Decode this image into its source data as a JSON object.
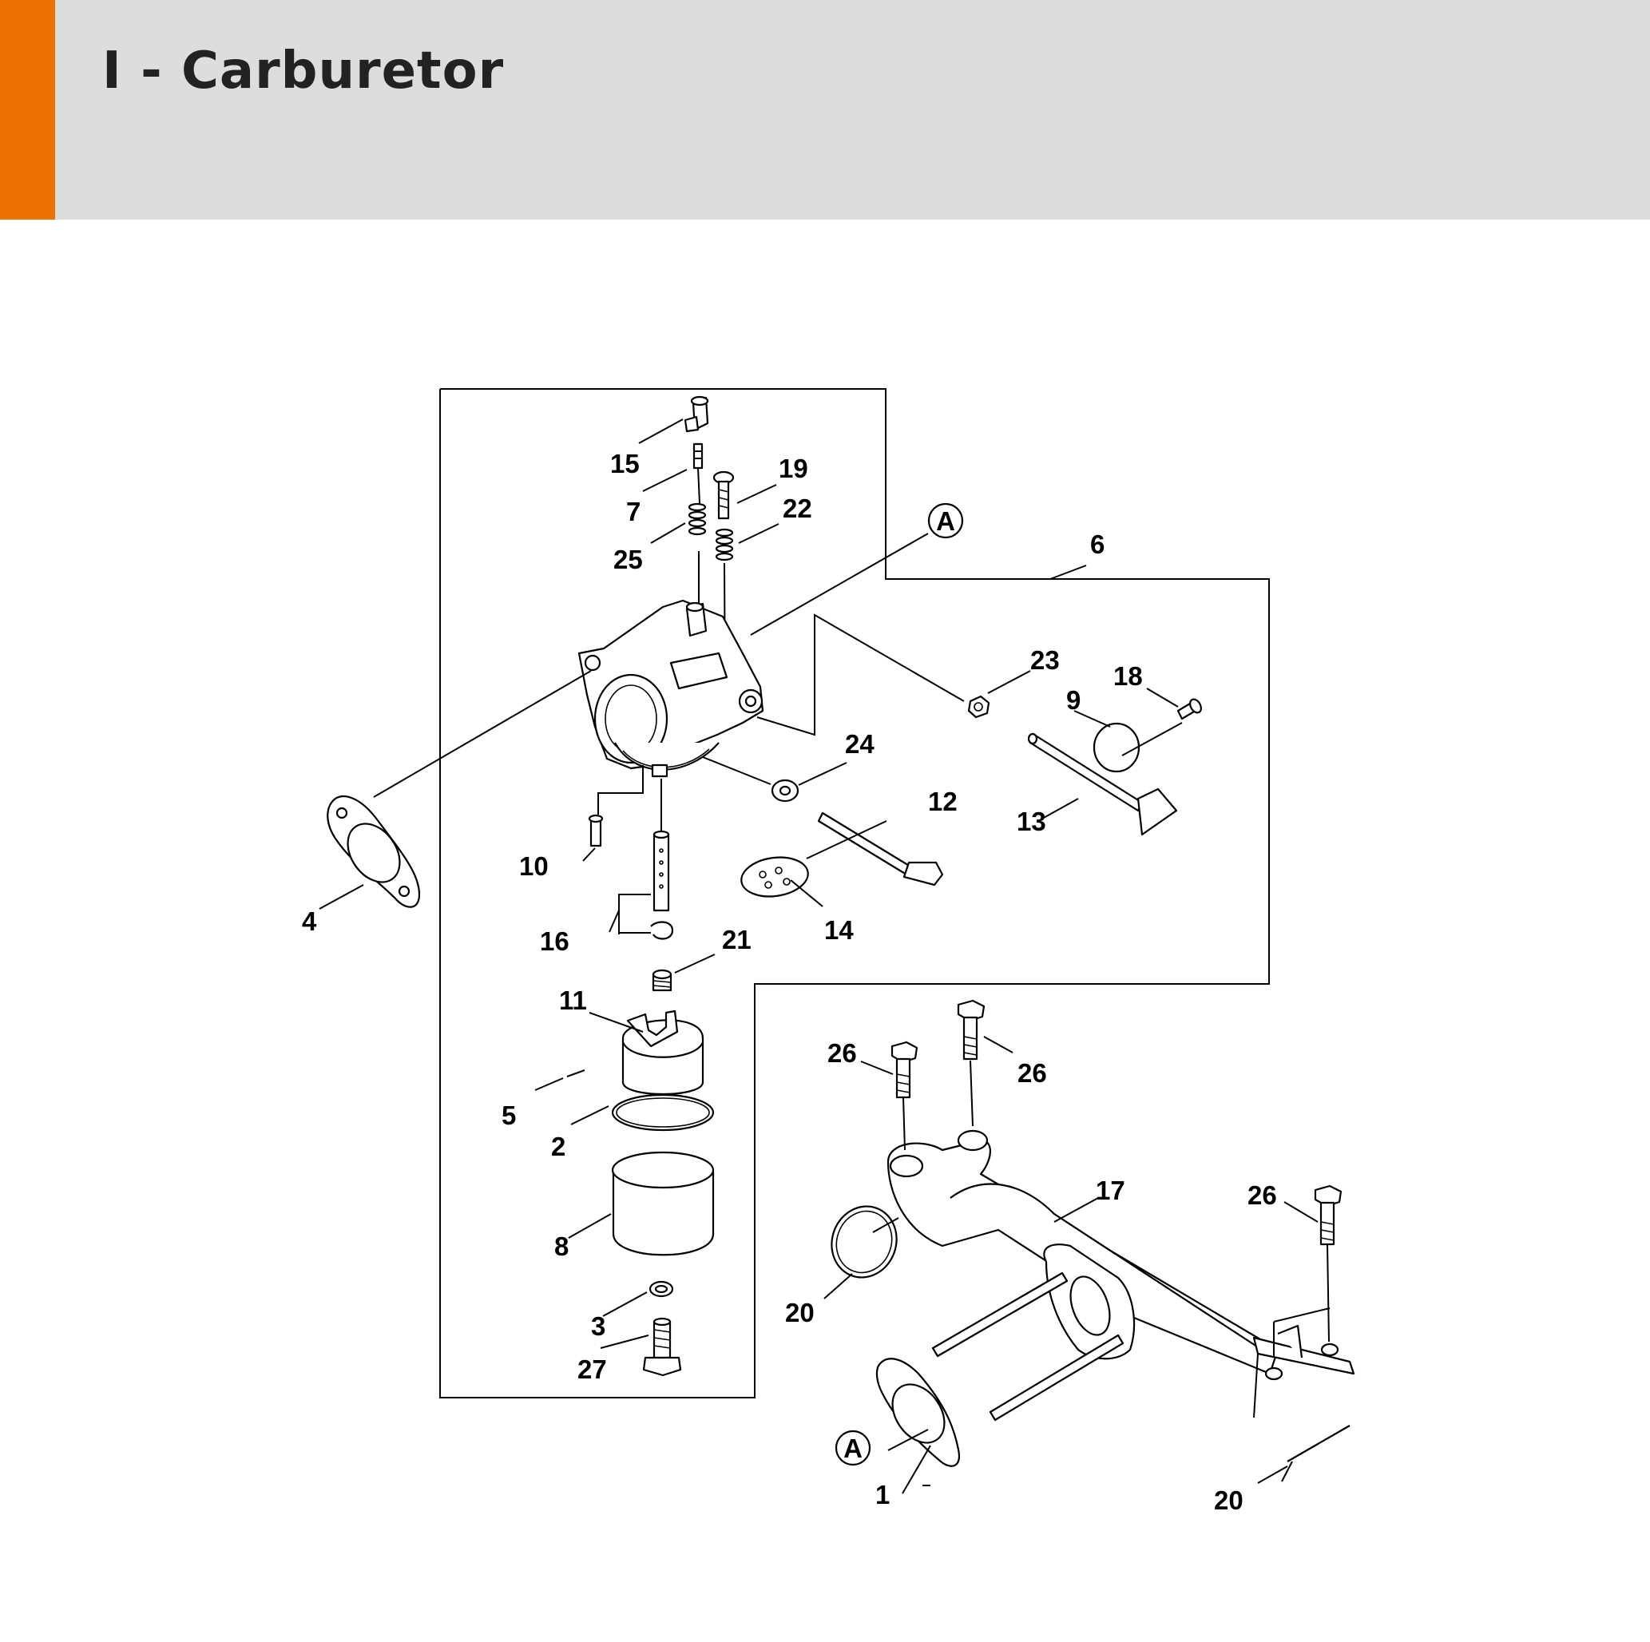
{
  "header": {
    "title": "I - Carburetor",
    "accent_color": "#ee7203",
    "background_color": "#dcdddd"
  },
  "callouts": {
    "c1": "1",
    "c2": "2",
    "c3": "3",
    "c4": "4",
    "c5": "5",
    "c6": "6",
    "c7": "7",
    "c8": "8",
    "c9": "9",
    "c10": "10",
    "c11": "11",
    "c12": "12",
    "c13": "13",
    "c14": "14",
    "c15": "15",
    "c16": "16",
    "c17": "17",
    "c18": "18",
    "c19": "19",
    "c20a": "20",
    "c20b": "20",
    "c21": "21",
    "c22": "22",
    "c23": "23",
    "c24": "24",
    "c25": "25",
    "c26a": "26",
    "c26b": "26",
    "c26c": "26",
    "c27": "27",
    "refA_top": "A",
    "refA_bottom": "A"
  }
}
